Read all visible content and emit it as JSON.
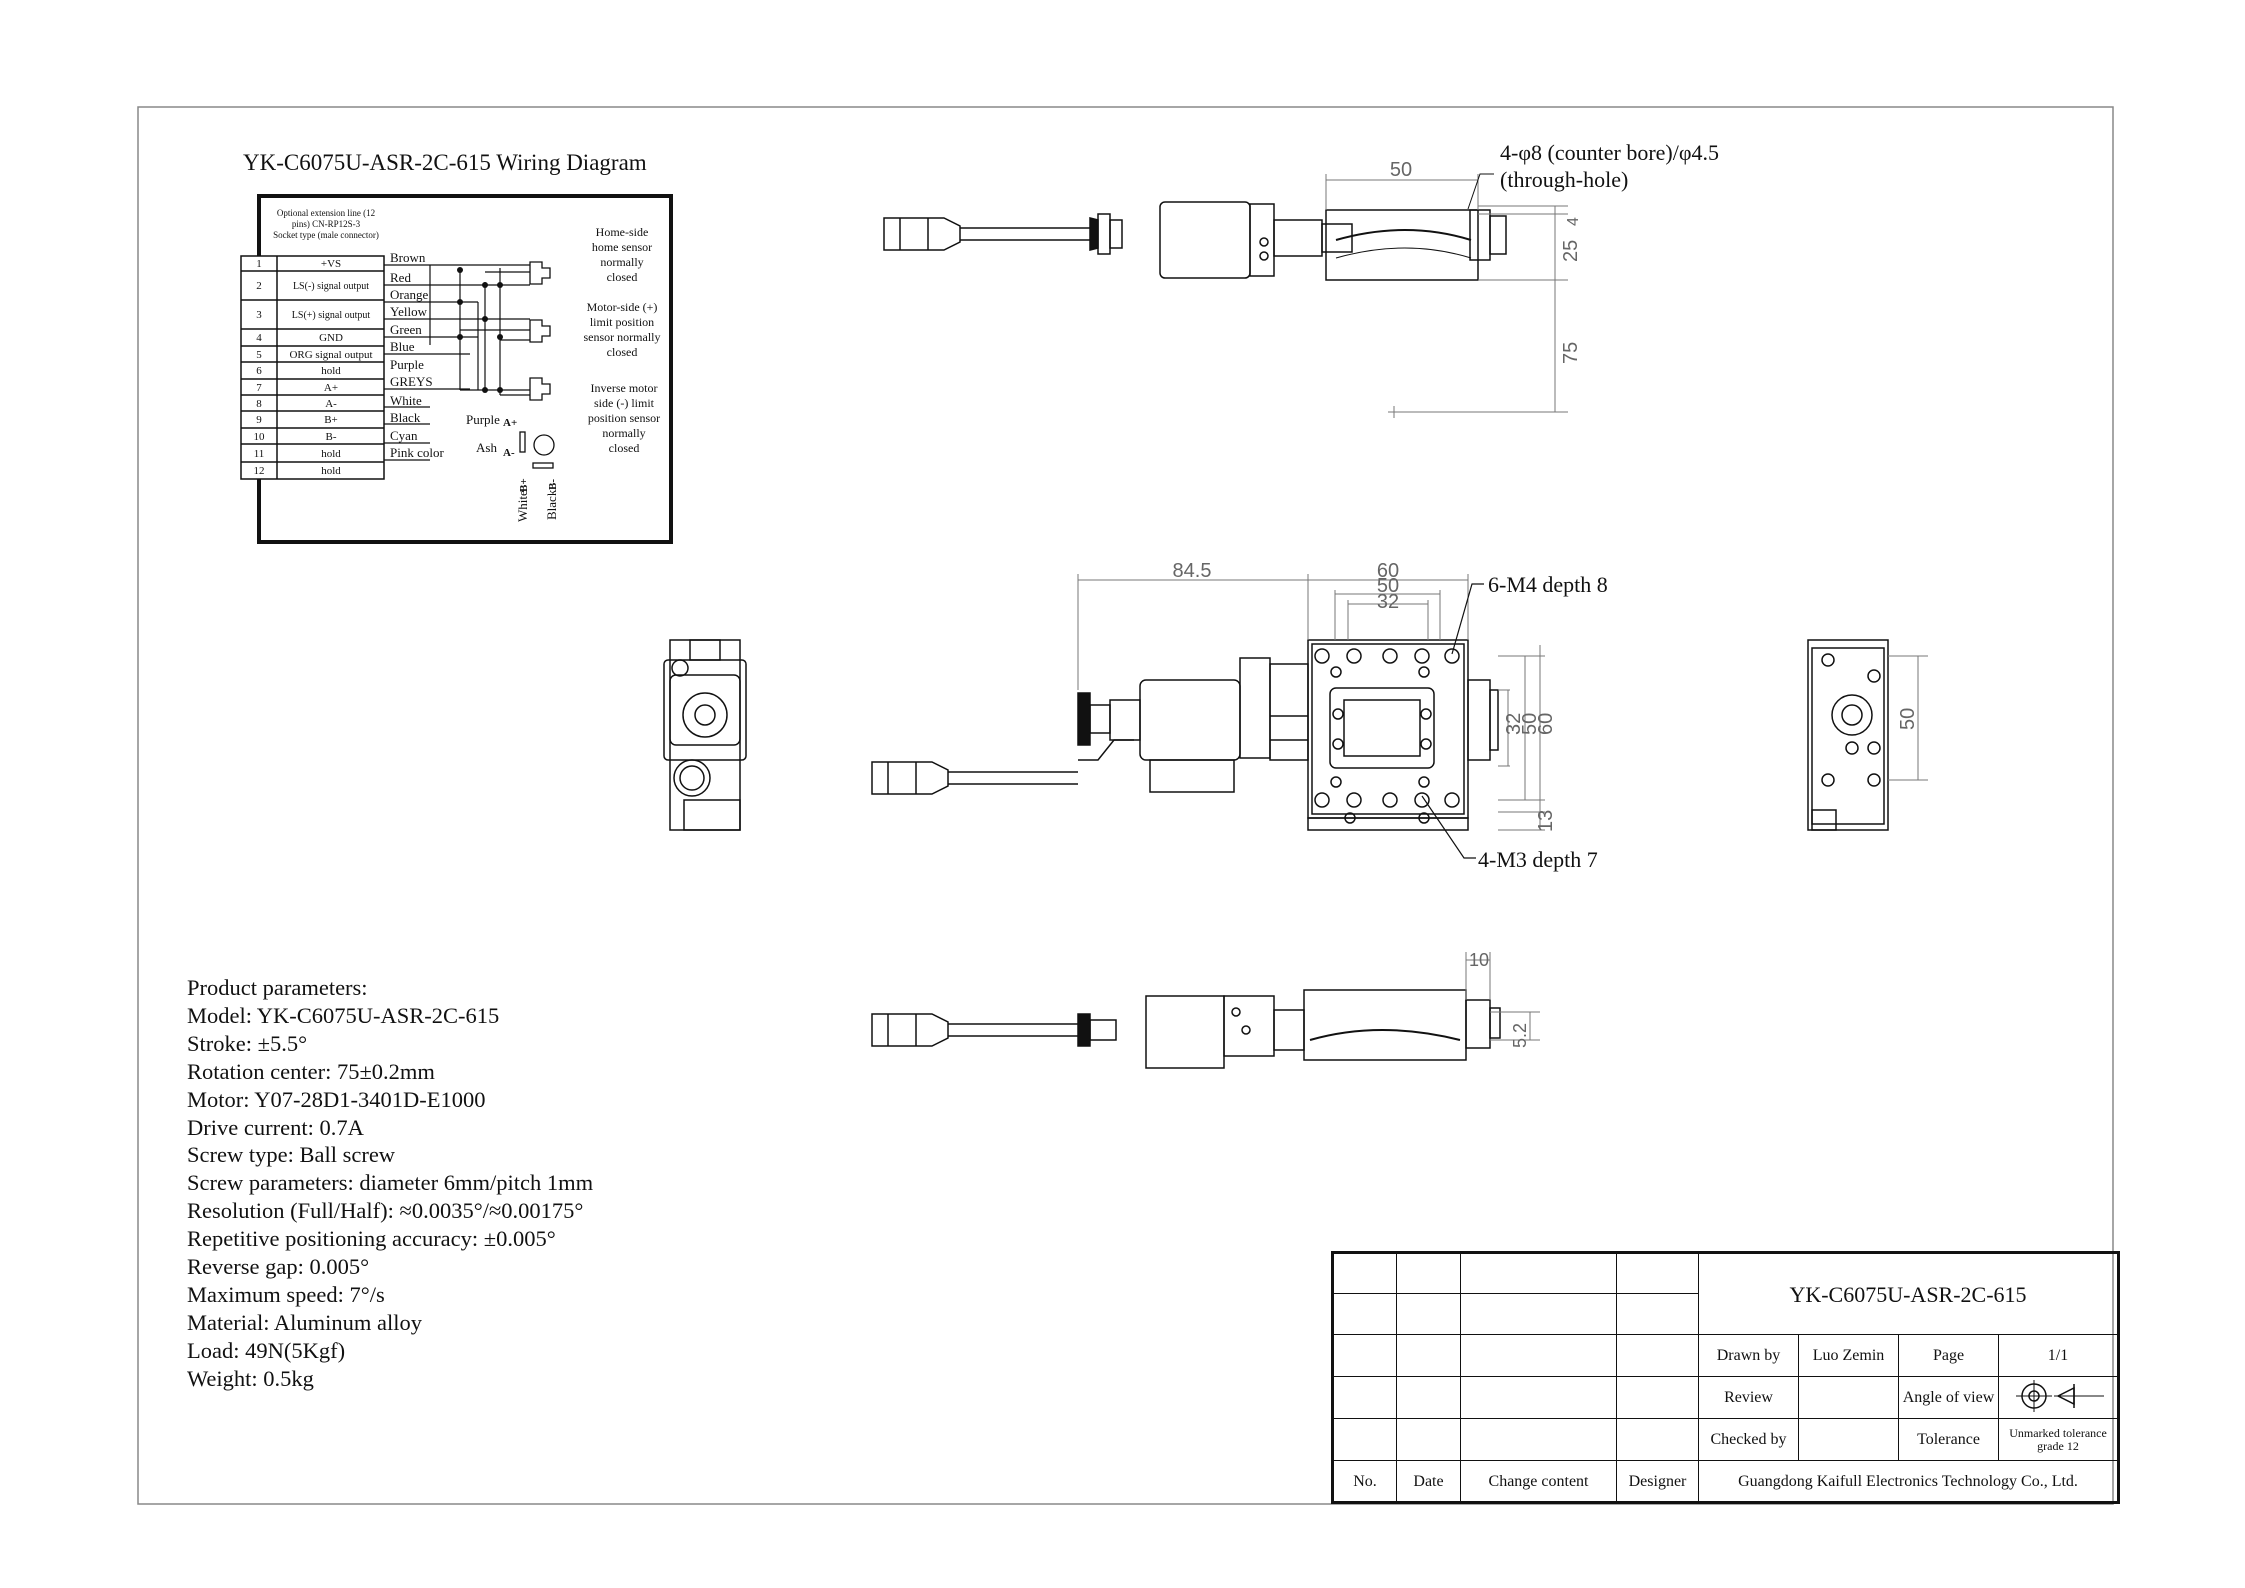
{
  "wiring": {
    "title": "YK-C6075U-ASR-2C-615 Wiring Diagram",
    "connector_note": [
      "Optional extension line (12",
      "pins) CN-RP12S-3",
      "Socket type (male connector)"
    ],
    "pins": [
      {
        "no": "1",
        "name": "+VS",
        "wire": "Brown"
      },
      {
        "no": "2",
        "name": "LS(-) signal output",
        "wire": "Red"
      },
      {
        "no": "3",
        "name": "LS(+) signal output",
        "wire": "Orange"
      },
      {
        "no": "4",
        "name": "GND",
        "wire": "Yellow"
      },
      {
        "no": "5",
        "name": "ORG signal output",
        "wire": "Green"
      },
      {
        "no": "6",
        "name": "hold",
        "wire": "Blue"
      },
      {
        "no": "7",
        "name": "A+",
        "wire": "Purple"
      },
      {
        "no": "8",
        "name": "A-",
        "wire": "GREYS"
      },
      {
        "no": "9",
        "name": "B+",
        "wire": "White"
      },
      {
        "no": "10",
        "name": "B-",
        "wire": "Black"
      },
      {
        "no": "11",
        "name": "hold",
        "wire": "Cyan"
      },
      {
        "no": "12",
        "name": "hold",
        "wire": "Pink color"
      }
    ],
    "sensors": {
      "home": [
        "Home-side",
        "home sensor",
        "normally",
        "closed"
      ],
      "motor_side": [
        "Motor-side (+)",
        "limit position",
        "sensor normally",
        "closed"
      ],
      "inverse": [
        "Inverse motor",
        "side (-) limit",
        "position sensor",
        "normally",
        "closed"
      ]
    },
    "motor": {
      "purple": "Purple",
      "ash": "Ash",
      "white": "White",
      "black": "Black",
      "a_plus": "A+",
      "a_minus": "A-",
      "b_plus": "B+",
      "b_minus": "B-"
    }
  },
  "drawing": {
    "top_callout": [
      "4-φ8 (counter bore)/φ4.5",
      "(through-hole)"
    ],
    "callout_m4": "6-M4 depth 8",
    "callout_m3": "4-M3 depth 7",
    "dims": {
      "top_50": "50",
      "top_4": "4",
      "top_25": "25",
      "top_75": "75",
      "mid_845": "84.5",
      "mid_60": "60",
      "mid_50": "50",
      "mid_32": "32",
      "mid_v32": "32",
      "mid_v50": "50",
      "mid_v60": "60",
      "mid_13": "13",
      "right_50": "50",
      "bot_10": "10",
      "bot_52": "5.2"
    }
  },
  "parameters": [
    "Product parameters:",
    "Model: YK-C6075U-ASR-2C-615",
    "Stroke: ±5.5°",
    "Rotation center: 75±0.2mm",
    "Motor: Y07-28D1-3401D-E1000",
    "Drive current: 0.7A",
    "Screw type: Ball screw",
    "Screw parameters: diameter 6mm/pitch 1mm",
    "Resolution (Full/Half): ≈0.0035°/≈0.00175°",
    "Repetitive positioning accuracy: ±0.005°",
    "Reverse gap: 0.005°",
    "Maximum speed: 7°/s",
    "Material: Aluminum alloy",
    "Load: 49N(5Kgf)",
    "Weight: 0.5kg"
  ],
  "title_block": {
    "model": "YK-C6075U-ASR-2C-615",
    "drawn_by_label": "Drawn by",
    "drawn_by": "Luo Zemin",
    "page_label": "Page",
    "page": "1/1",
    "review_label": "Review",
    "angle_label": "Angle of view",
    "checked_label": "Checked by",
    "tolerance_label": "Tolerance",
    "tolerance": "Unmarked tolerance grade 12",
    "no_label": "No.",
    "date_label": "Date",
    "change_label": "Change content",
    "designer_label": "Designer",
    "company": "Guangdong Kaifull Electronics Technology Co., Ltd."
  }
}
